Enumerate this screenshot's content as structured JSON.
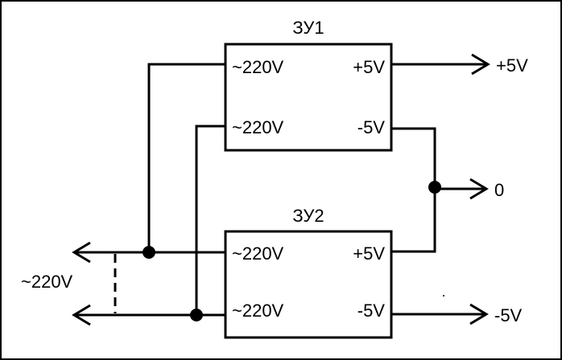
{
  "blocks": [
    {
      "title": "ЗУ1",
      "pins": {
        "in_top": "~220V",
        "in_bottom": "~220V",
        "out_top": "+5V",
        "out_bottom": "-5V"
      }
    },
    {
      "title": "ЗУ2",
      "pins": {
        "in_top": "~220V",
        "in_bottom": "~220V",
        "out_top": "+5V",
        "out_bottom": "-5V"
      }
    }
  ],
  "terminals": {
    "input": "~220V",
    "out_plus": "+5V",
    "out_zero": "0",
    "out_minus": "-5V"
  }
}
